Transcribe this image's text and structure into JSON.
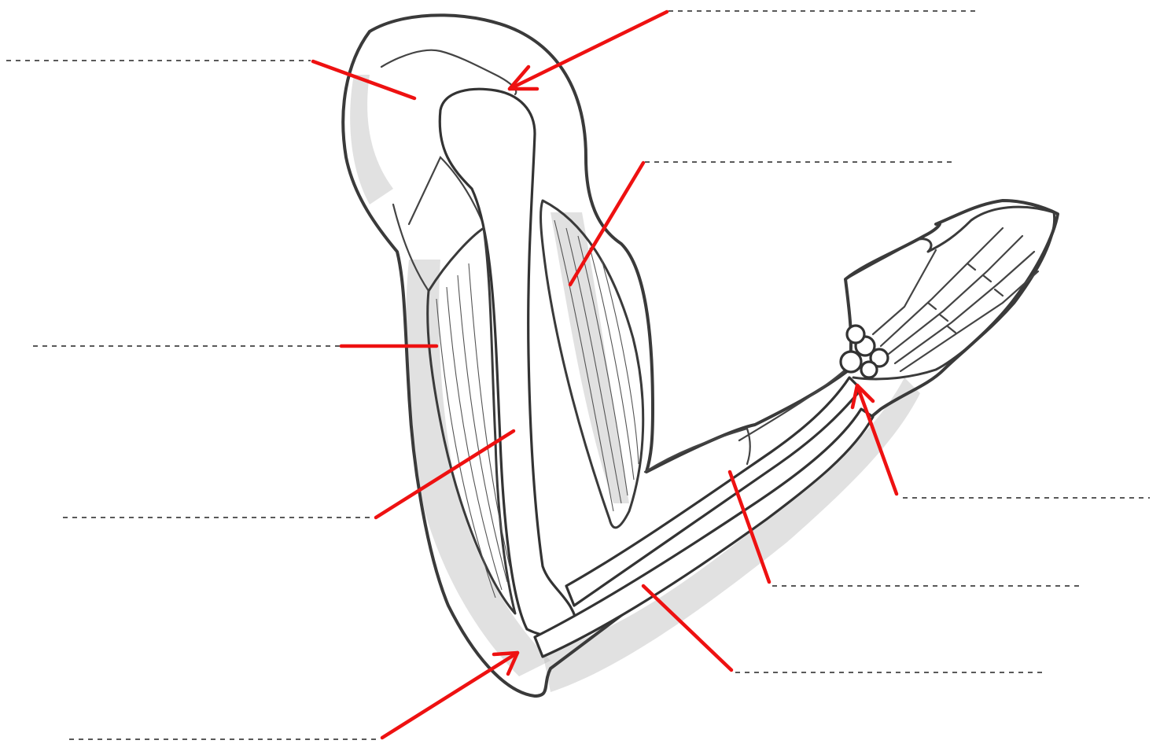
{
  "diagram": {
    "label_style": "blank-dashed-lines",
    "pointer_color": "#ee1111",
    "line_color": "#222222",
    "labels": [
      {
        "id": "shoulder-blank",
        "text": "",
        "pointer": "line"
      },
      {
        "id": "shoulder-joint-blank",
        "text": "",
        "pointer": "arrow"
      },
      {
        "id": "biceps-blank",
        "text": "",
        "pointer": "line"
      },
      {
        "id": "triceps-blank",
        "text": "",
        "pointer": "line"
      },
      {
        "id": "humerus-blank",
        "text": "",
        "pointer": "line"
      },
      {
        "id": "wrist-joint-blank",
        "text": "",
        "pointer": "arrow"
      },
      {
        "id": "radius-blank",
        "text": "",
        "pointer": "line"
      },
      {
        "id": "ulna-blank",
        "text": "",
        "pointer": "line"
      },
      {
        "id": "elbow-joint-blank",
        "text": "",
        "pointer": "arrow"
      }
    ]
  }
}
